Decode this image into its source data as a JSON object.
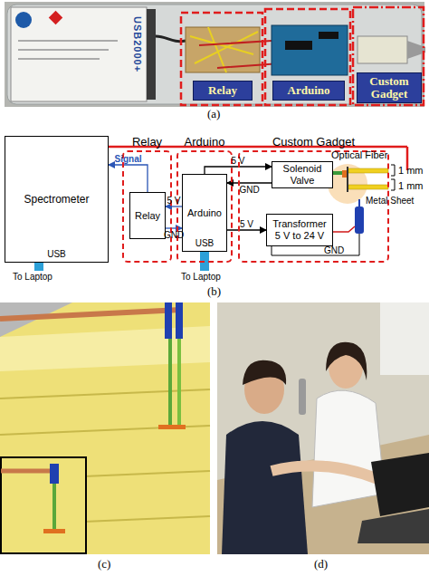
{
  "diagram": {
    "nodes": [
      {
        "text": [
          "Relay"
        ]
      },
      {
        "text": [
          "Arduino"
        ]
      },
      {
        "text": [
          "Custom Gadget"
        ]
      },
      {
        "text": [
          "Spectrometer",
          "USB"
        ]
      },
      {
        "text": [
          "Relay"
        ]
      },
      {
        "text": [
          "Relay"
        ],
        "in": 4
      },
      {
        "text": [
          "Arduino"
        ]
      },
      {
        "text": [
          "Arduino",
          "USB"
        ],
        "in": 6
      },
      {
        "text": [
          "Custom Gadget"
        ]
      },
      {
        "text": [
          "Solenoid Valve"
        ],
        "in": 8
      },
      {
        "text": [
          "Transformer 5 V to 24 V"
        ],
        "in": 8
      }
    ],
    "edges": [
      {
        "from": 5,
        "to": 3,
        "label": "Signal",
        "arrow": "to"
      },
      {
        "from": 7,
        "to": 5,
        "label": "5 V",
        "arrow": "to"
      },
      {
        "from": 5,
        "to": 7,
        "label": "GND",
        "arrow": "to"
      },
      {
        "from": 7,
        "to": 9,
        "label": "5 V",
        "arrow": "to"
      },
      {
        "from": 9,
        "to": 7,
        "label": "GND",
        "arrow": "to"
      },
      {
        "from": 7,
        "to": 10,
        "label": "5 V",
        "arrow": "to"
      }
    ],
    "labels": [
      "USB2000+",
      "(a)",
      "Optical Fiber",
      "1 mm",
      "1 mm",
      "Metal Sheet",
      "GND",
      "To Laptop",
      "To Laptop",
      "(b)",
      "(c)",
      "(d)"
    ]
  }
}
